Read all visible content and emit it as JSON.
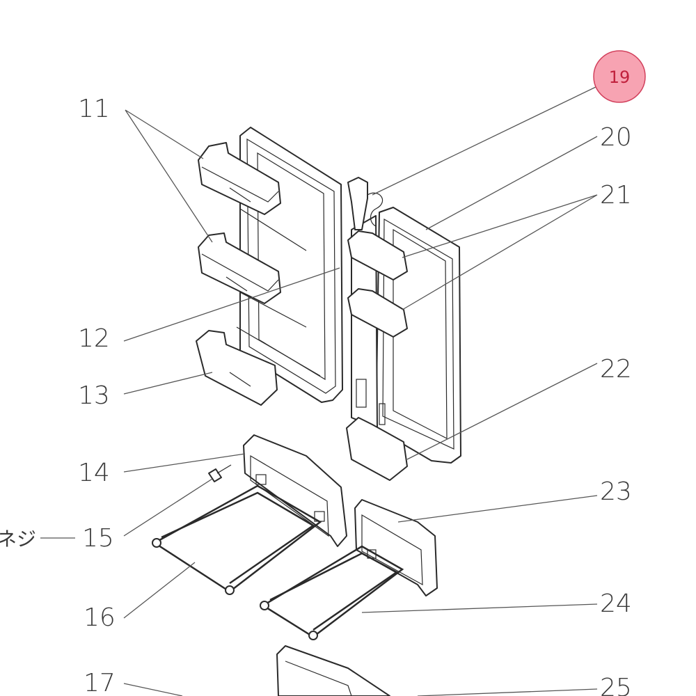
{
  "labels": {
    "p11": "11",
    "p12": "12",
    "p13": "13",
    "p14": "14",
    "p15": "15",
    "p16": "16",
    "p17": "17",
    "p19": "19",
    "p20": "20",
    "p21": "21",
    "p22": "22",
    "p23": "23",
    "p24": "24",
    "p25": "25"
  },
  "screw_label": "ネジ",
  "highlight": {
    "part": "19",
    "fill": "#f7a3b2",
    "stroke": "#d2405c"
  }
}
